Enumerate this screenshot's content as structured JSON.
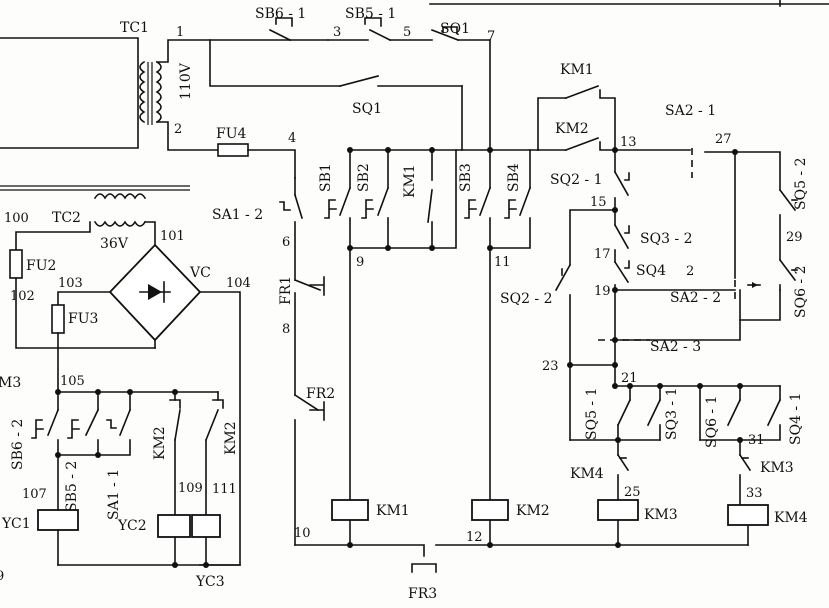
{
  "transformers": {
    "tc1": "TC1",
    "tc2": "TC2",
    "volts_110": "110V",
    "volts_36": "36V"
  },
  "fuses": {
    "fu4": "FU4",
    "fu2": "FU2",
    "fu3": "FU3"
  },
  "rectifier": "VC",
  "switches": {
    "sb6": "SB6 - 1",
    "sb5": "SB5 - 1",
    "sq1_top": "SQ1",
    "sq1_mid": "SQ1",
    "km1_contact": "KM1",
    "km2_contact": "KM2",
    "sa2_1": "SA2 - 1",
    "sq2_1": "SQ2 - 1",
    "sq3_2": "SQ3 - 2",
    "sq4": "SQ4",
    "sq2_2": "SQ2 - 2",
    "sa2_2": "SA2 - 2",
    "sa2_3": "SA2 - 3",
    "sq5_2": "SQ5 - 2",
    "sq6_2": "SQ6 - 2",
    "sa1_2": "SA1 - 2",
    "sb1": "SB1",
    "sb2": "SB2",
    "km1_v": "KM1",
    "sb3": "SB3",
    "sb4": "SB4",
    "fr1": "FR1",
    "fr2": "FR2",
    "fr3": "FR3",
    "sq5_1": "SQ5 - 1",
    "sq3_1": "SQ3 - 1",
    "sq6_1": "SQ6 - 1",
    "sq4_1": "SQ4 - 1",
    "km4_contact": "KM4",
    "km3_contact": "KM3",
    "sb6_2": "SB6 - 2",
    "sb5_2": "SB5 - 2",
    "sa1_1": "SA1 - 1",
    "km2_left": "KM2",
    "km2_right": "KM2",
    "m3": "M3"
  },
  "coils": {
    "km1": "KM1",
    "km2": "KM2",
    "km3": "KM3",
    "km4": "KM4",
    "yc1": "YC1",
    "yc2": "YC2",
    "yc3": "YC3"
  },
  "nodes": {
    "n1": "1",
    "n2": "2",
    "n3": "3",
    "n4": "4",
    "n5": "5",
    "n6": "6",
    "n7": "7",
    "n8": "8",
    "n9": "9",
    "n10": "10",
    "n11": "11",
    "n12": "12",
    "n13": "13",
    "n15": "15",
    "n17": "17",
    "n19": "19",
    "n21": "21",
    "n23": "23",
    "n25": "25",
    "n27": "27",
    "n29": "29",
    "n31": "31",
    "n33": "33",
    "n2b": "2",
    "n100": "100",
    "n101": "101",
    "n102": "102",
    "n103": "103",
    "n104": "104",
    "n105": "105",
    "n107": "107",
    "n109": "109",
    "n111": "111",
    "n9left": "9",
    "n2small": "2"
  }
}
